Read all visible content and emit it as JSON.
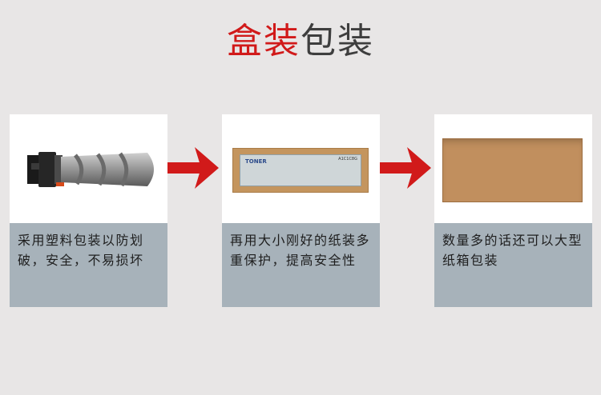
{
  "title": {
    "part1": "盒装",
    "part2": "包装"
  },
  "cards": [
    {
      "description": "采用塑料包装以防划破，安全，不易损坏",
      "image": "toner-bottle"
    },
    {
      "description": "再用大小刚好的纸装多重保护，提高安全性",
      "image": "toner-box",
      "box_label": "TONER",
      "box_code": "A1C1C8G"
    },
    {
      "description": "数量多的话还可以大型纸箱包装",
      "image": "shipping-carton"
    }
  ],
  "arrows": [
    "arrow-right-icon",
    "arrow-right-icon"
  ],
  "colors": {
    "accent": "#d11a1a",
    "card_bg": "#a7b2ba",
    "page_bg": "#e8e6e6",
    "title_gray": "#3e3e3e"
  }
}
